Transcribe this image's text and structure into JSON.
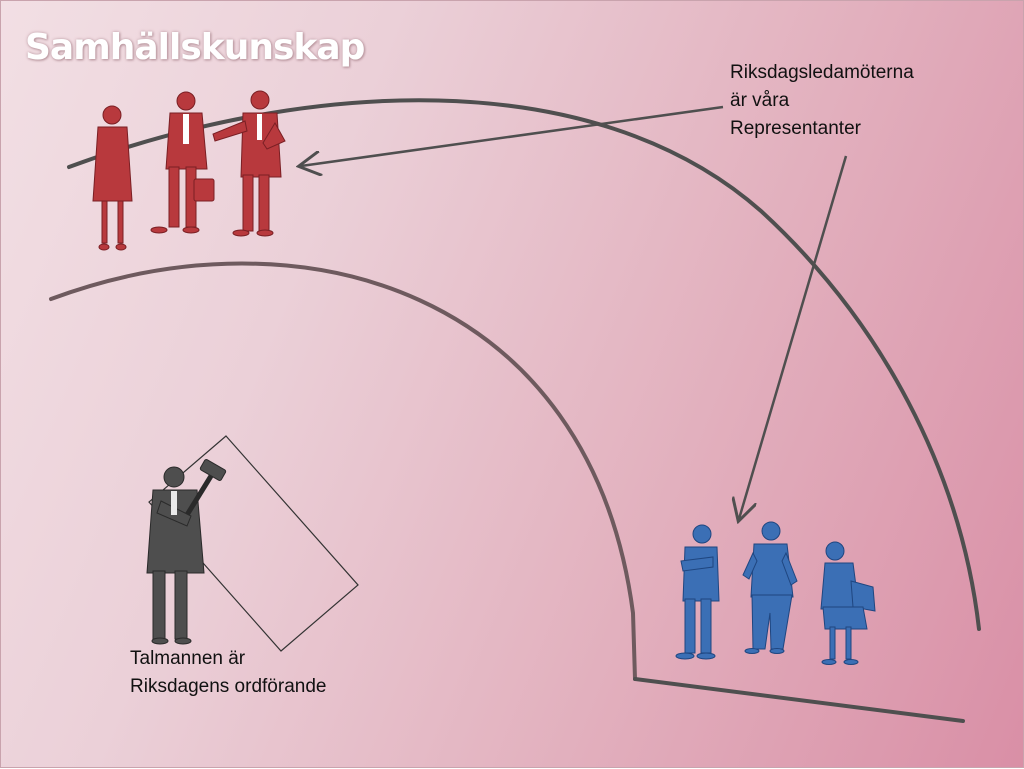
{
  "title": "Samhällskunskap",
  "captions": {
    "representatives": [
      "Riksdagsledamöterna",
      "är våra",
      "Representanter"
    ],
    "speaker": [
      "Talmannen är",
      "Riksdagens ordförande"
    ]
  },
  "colors": {
    "red_group": "#b8393d",
    "blue_group": "#3b6fb5",
    "speaker": "#4e4e4e",
    "arc": "#4f4f4f"
  }
}
